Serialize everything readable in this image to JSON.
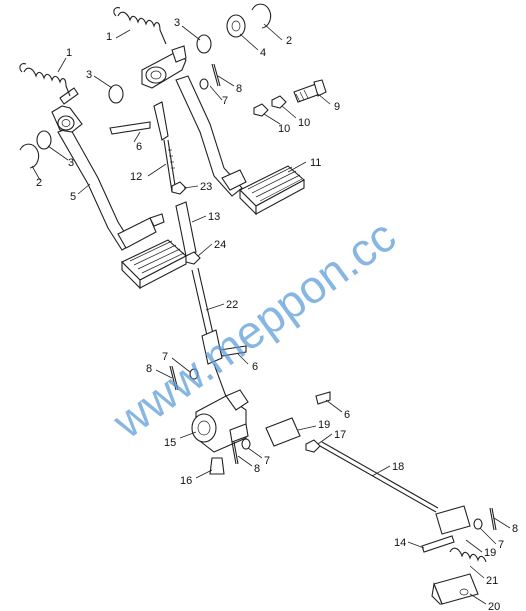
{
  "watermark": "www.meppon.cc",
  "callouts": [
    {
      "id": "c1a",
      "text": "1"
    },
    {
      "id": "c1b",
      "text": "1"
    },
    {
      "id": "c2a",
      "text": "2"
    },
    {
      "id": "c2b",
      "text": "2"
    },
    {
      "id": "c3a",
      "text": "3"
    },
    {
      "id": "c3b",
      "text": "3"
    },
    {
      "id": "c3c",
      "text": "3"
    },
    {
      "id": "c4",
      "text": "4"
    },
    {
      "id": "c5",
      "text": "5"
    },
    {
      "id": "c6a",
      "text": "6"
    },
    {
      "id": "c6b",
      "text": "6"
    },
    {
      "id": "c6c",
      "text": "6"
    },
    {
      "id": "c7a",
      "text": "7"
    },
    {
      "id": "c7b",
      "text": "7"
    },
    {
      "id": "c7c",
      "text": "7"
    },
    {
      "id": "c7d",
      "text": "7"
    },
    {
      "id": "c8a",
      "text": "8"
    },
    {
      "id": "c8b",
      "text": "8"
    },
    {
      "id": "c8c",
      "text": "8"
    },
    {
      "id": "c8d",
      "text": "8"
    },
    {
      "id": "c9",
      "text": "9"
    },
    {
      "id": "c10a",
      "text": "10"
    },
    {
      "id": "c10b",
      "text": "10"
    },
    {
      "id": "c11",
      "text": "11"
    },
    {
      "id": "c12",
      "text": "12"
    },
    {
      "id": "c13",
      "text": "13"
    },
    {
      "id": "c14",
      "text": "14"
    },
    {
      "id": "c15",
      "text": "15"
    },
    {
      "id": "c16",
      "text": "16"
    },
    {
      "id": "c17",
      "text": "17"
    },
    {
      "id": "c18",
      "text": "18"
    },
    {
      "id": "c19a",
      "text": "19"
    },
    {
      "id": "c19b",
      "text": "19"
    },
    {
      "id": "c20",
      "text": "20"
    },
    {
      "id": "c21",
      "text": "21"
    },
    {
      "id": "c22",
      "text": "22"
    },
    {
      "id": "c23",
      "text": "23"
    },
    {
      "id": "c24",
      "text": "24"
    }
  ]
}
